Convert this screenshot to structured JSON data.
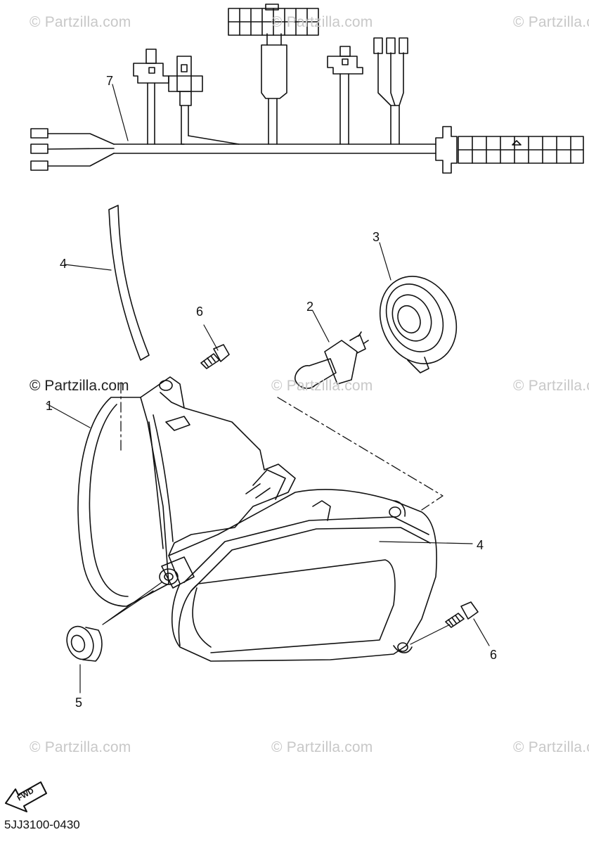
{
  "watermarks": {
    "top_left": "© Partzilla.com",
    "top_center": "© Partzilla.com",
    "top_right": "© Partzilla.com",
    "mid_left": "© Partzilla.com",
    "mid_center": "© Partzilla.com",
    "mid_right": "© Partzilla.com",
    "bottom_left": "© Partzilla.com",
    "bottom_center": "© Partzilla.com",
    "bottom_right": "© Partzilla.com"
  },
  "callouts": {
    "c1": "1",
    "c2": "2",
    "c3": "3",
    "c4_top": "4",
    "c4_right": "4",
    "c5": "5",
    "c6_left": "6",
    "c6_right": "6",
    "c7": "7"
  },
  "fwd_label": "FWD",
  "diagram_code": "5JJ3100-0430",
  "icons": [
    "fwd-arrow-icon"
  ]
}
